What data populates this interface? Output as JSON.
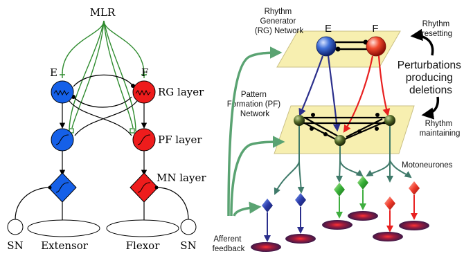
{
  "left_diagram": {
    "mlr": "MLR",
    "e": "E",
    "f": "F",
    "rg_layer": "RG layer",
    "pf_layer": "PF layer",
    "mn_layer": "MN layer",
    "sn_left": "SN",
    "sn_right": "SN",
    "extensor": "Extensor",
    "flexor": "Flexor"
  },
  "right_diagram": {
    "rg_title": [
      "Rhythm",
      "Generator",
      "(RG) Network"
    ],
    "e": "E",
    "f": "F",
    "rhythm_resetting": [
      "Rhythm",
      "resetting"
    ],
    "perturbations": [
      "Perturbations",
      "producing",
      "deletions"
    ],
    "pf_title": [
      "Pattern",
      "Formation (PF)",
      "Network"
    ],
    "rhythm_maintaining": [
      "Rhythm",
      "maintaining"
    ],
    "motoneurones": "Motoneurones",
    "afferent_feedback": [
      "Afferent",
      "feedback"
    ]
  },
  "colors": {
    "extensor_blue": "#1560e8",
    "flexor_red": "#ee1c1c",
    "mlr_green": "#2e8b2e",
    "network_plane": "#f7efb0",
    "feedback_green": "#5aa372",
    "teal_axon": "#3f7a6a",
    "navy_axon": "#2b2f8c"
  }
}
